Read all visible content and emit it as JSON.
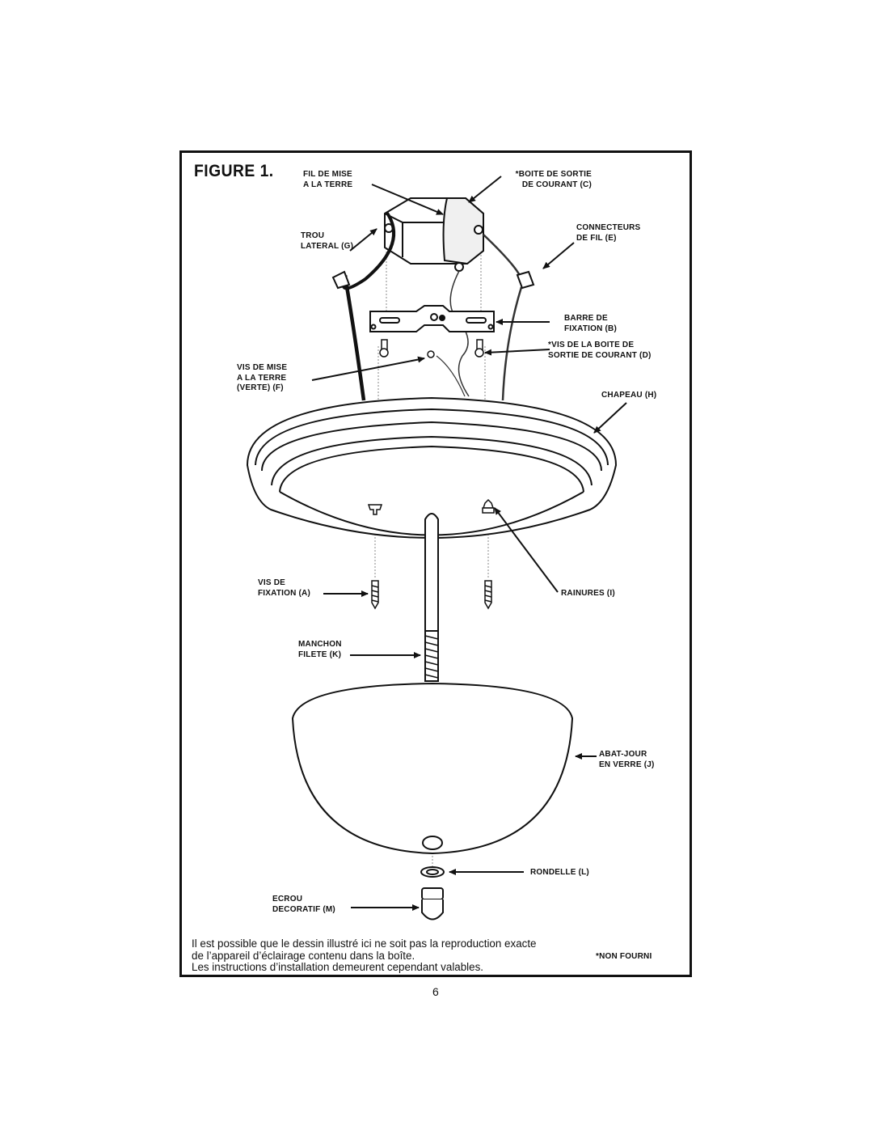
{
  "figure": {
    "title": "FIGURE 1.",
    "labels": {
      "ground_wire": "FIL DE MISE\nA LA TERRE",
      "outlet_box": "*BOITE DE SORTIE\nDE COURANT (C)",
      "side_hole": "TROU\nLATERAL (G)",
      "wire_connectors": "CONNECTEURS\nDE FIL (E)",
      "mounting_bar": "BARRE DE\nFIXATION (B)",
      "outlet_box_screws": "*VIS DE LA BOITE DE\nSORTIE DE COURANT (D)",
      "ground_screw": "VIS DE MISE\nA LA TERRE\n(VERTE) (F)",
      "canopy": "CHAPEAU (H)",
      "mounting_screws": "VIS DE\nFIXATION (A)",
      "keyholes": "RAINURES (I)",
      "threaded_pipe": "MANCHON\nFILETE (K)",
      "glass_shade": "ABAT-JOUR\nEN VERRE (J)",
      "washer": "RONDELLE (L)",
      "decorative_nut": "ECROU\nDECORATIF (M)",
      "not_supplied": "*NON FOURNI"
    },
    "note_lines": [
      "Il est possible que le dessin illustré ici ne soit pas la reproduction exacte",
      "de l’appareil d’éclairage contenu dans la boîte.",
      "Les instructions d’installation demeurent cependant valables."
    ]
  },
  "page_number": "6"
}
